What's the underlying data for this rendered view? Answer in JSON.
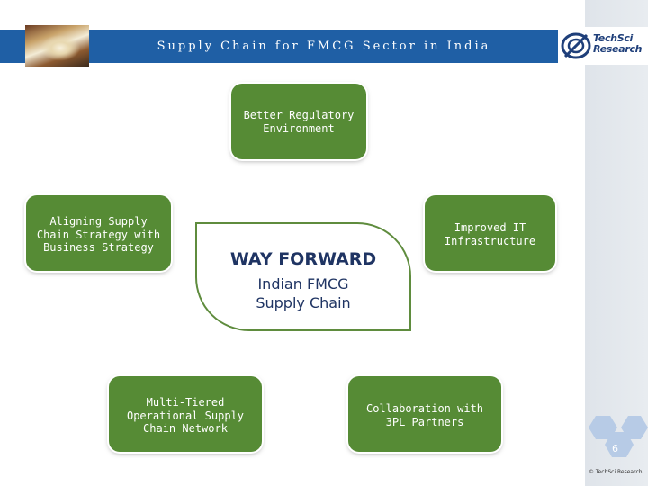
{
  "header": {
    "title": "Supply Chain for FMCG Sector in India",
    "logo_line1": "TechSci",
    "logo_line2": "Research"
  },
  "diagram": {
    "center": {
      "title": "WAY FORWARD",
      "subtitle_line1": "Indian FMCG",
      "subtitle_line2": "Supply Chain"
    },
    "nodes": [
      {
        "id": "top",
        "line1": "Better Regulatory",
        "line2": "Environment",
        "line3": ""
      },
      {
        "id": "left",
        "line1": "Aligning Supply",
        "line2": "Chain Strategy with",
        "line3": "Business Strategy"
      },
      {
        "id": "right",
        "line1": "Improved IT",
        "line2": "Infrastructure",
        "line3": ""
      },
      {
        "id": "bottom-left",
        "line1": "Multi-Tiered",
        "line2": "Operational Supply",
        "line3": "Chain Network"
      },
      {
        "id": "bottom-right",
        "line1": "Collaboration with",
        "line2": "3PL Partners",
        "line3": ""
      }
    ]
  },
  "footer": {
    "page_number": "6",
    "copyright": "© TechSci Research"
  },
  "colors": {
    "header_blue": "#1f5fa5",
    "node_green": "#568b35",
    "center_text": "#1f3463",
    "hex_blue": "#b7cbe6"
  }
}
